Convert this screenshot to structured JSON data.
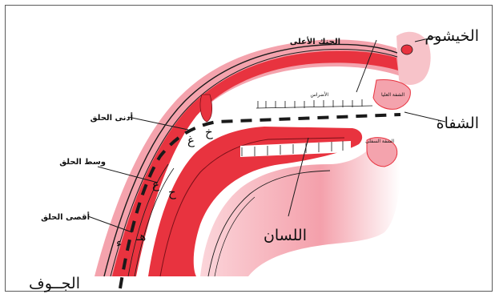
{
  "labels": {
    "nasal_cavity": "الخيشوم",
    "lips": "الشفاة",
    "tongue": "اللسان",
    "jawf": "الجــوف",
    "upper_palate": "الحنك الأعلى",
    "upper_throat": "أدنى الحلق",
    "mid_throat": "وسط الحلق",
    "deep_throat": "أقصى الحلق",
    "teeth": "الأضراس",
    "lip_upper": "الشفة العليا",
    "lip_lower": "الشفة السفلى"
  },
  "letters": {
    "upper_throat": [
      "غ",
      "خ"
    ],
    "mid_throat": [
      "ع",
      "ح"
    ],
    "deep_throat": [
      "ء",
      "هـ"
    ]
  },
  "colors": {
    "tissue": "#e8333f",
    "tissue_light": "#f7c3c9",
    "outline": "#1a1a1a",
    "frame": "#5a5a5a"
  }
}
